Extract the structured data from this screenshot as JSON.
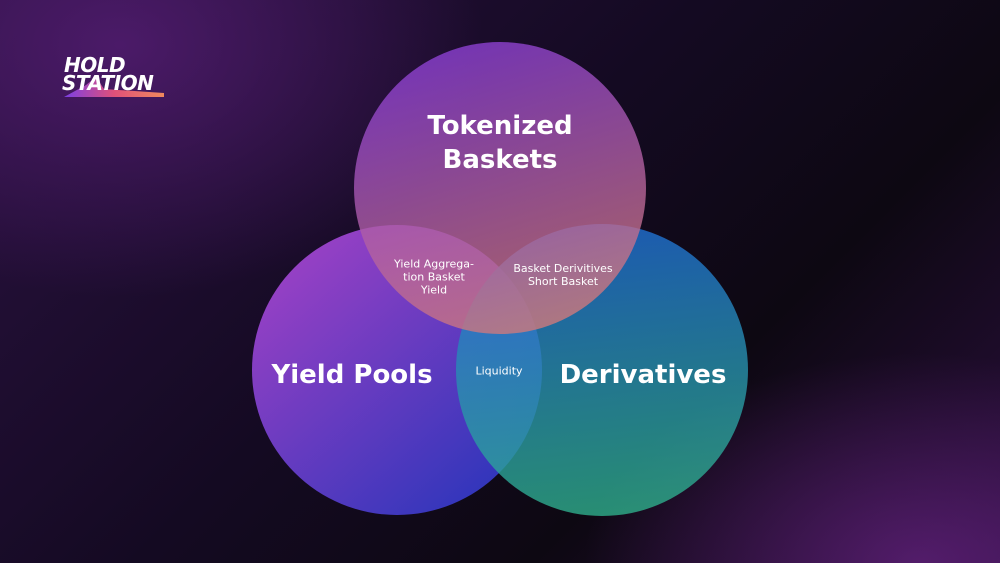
{
  "logo": {
    "line1": "HOLD",
    "line2": "STATION"
  },
  "diagram": {
    "circles": [
      {
        "id": "top",
        "label": "Tokenized\nBaskets",
        "color_from": "#8a3ed6",
        "color_to": "#d07a7a"
      },
      {
        "id": "left",
        "label": "Yield Pools",
        "color_from": "#b24ae0",
        "color_to": "#3a3ed8"
      },
      {
        "id": "right",
        "label": "Derivatives",
        "color_from": "#1f6fd6",
        "color_to": "#2fb08a"
      }
    ],
    "intersections": {
      "top_left": "Yield Aggrega-\ntion Basket\nYield",
      "top_right": "Basket Derivitives\nShort Basket",
      "left_right": "Liquidity"
    }
  }
}
